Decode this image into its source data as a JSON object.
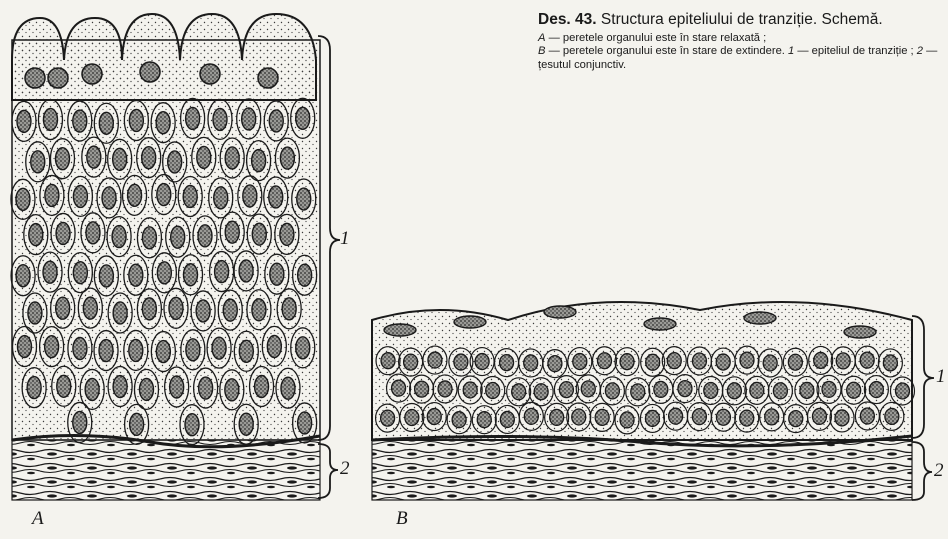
{
  "caption": {
    "figure_label": "Des. 43.",
    "title": "Structura epiteliului de tranziție. Schemă.",
    "line_a_key": "A",
    "line_a_text": "— peretele organului este în stare relaxată ;",
    "line_b_key": "B",
    "line_b_text": "— peretele organului este în stare de extindere.",
    "line_1_key": "1",
    "line_1_text": "— epiteliul de tranziție ;",
    "line_2_key": "2",
    "line_2_text": "— țesutul conjunctiv."
  },
  "figure": {
    "panel_a_label": "A",
    "panel_b_label": "B",
    "brace_a_epithelium": "1",
    "brace_a_connective": "2",
    "brace_b_epithelium": "1",
    "brace_b_connective": "2"
  },
  "colors": {
    "paper": "#f4f3ee",
    "ink": "#1a1a1a",
    "nucleus": "#8a8a88"
  }
}
